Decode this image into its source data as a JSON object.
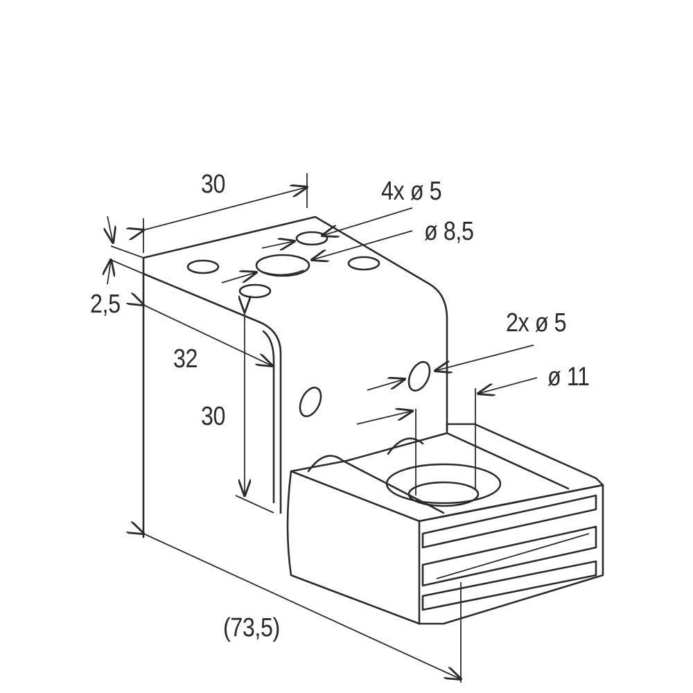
{
  "labels": {
    "top_width": "30",
    "holes_4x": "4x ø 5",
    "hole_center": "ø 8,5",
    "thickness": "2,5",
    "depth": "32",
    "height": "30",
    "holes_2x": "2x ø 5",
    "nut_hole": "ø 11",
    "overall_length": "(73,5)"
  },
  "colors": {
    "line": "#2a2a2a",
    "background": "#ffffff"
  }
}
